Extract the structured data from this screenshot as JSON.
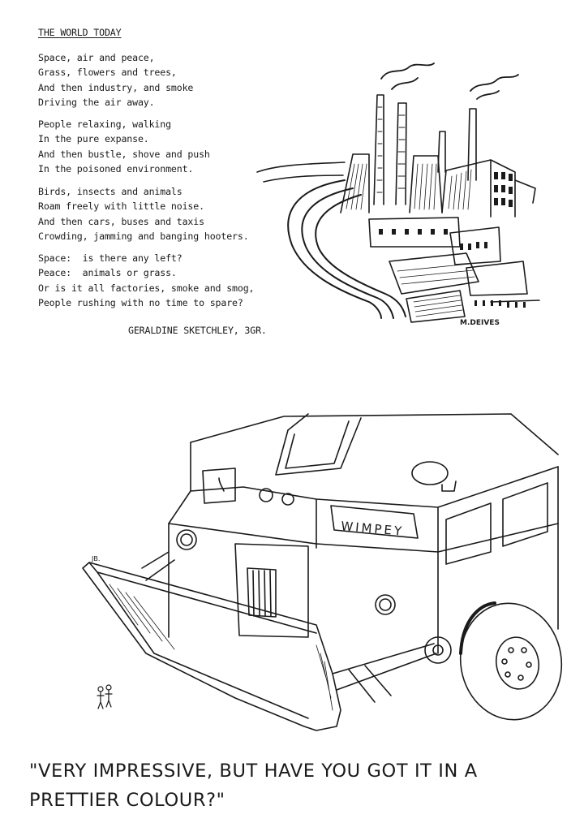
{
  "poem": {
    "title": "THE WORLD TODAY",
    "stanzas": [
      [
        "Space, air and peace,",
        "Grass, flowers and trees,",
        "And then industry, and smoke",
        "Driving the air away."
      ],
      [
        "People relaxing, walking",
        "In the pure expanse.",
        "And then bustle, shove and push",
        "In the poisoned environment."
      ],
      [
        "Birds, insects and animals",
        "Roam freely with little noise.",
        "And then cars, buses and taxis",
        "Crowding, jamming and banging hooters."
      ],
      [
        "Space:  is there any left?",
        "Peace:  animals or grass.",
        "Or is it all factories, smoke and smog,",
        "People rushing with no time to spare?"
      ]
    ],
    "author": "GERALDINE SKETCHLEY, 3GR."
  },
  "factory_illustration": {
    "signature": "M.DEIVES",
    "subject": "factories with smoking chimneys beside a curving road"
  },
  "cartoon": {
    "vehicle_name": "WIMPEY",
    "artist_initials": "JB.",
    "subject": "bulldozer with front blade",
    "caption": "\"Very impressive, but have you got it in a prettier colour?\""
  },
  "colors": {
    "ink": "#1a1a1a",
    "paper": "#ffffff"
  }
}
